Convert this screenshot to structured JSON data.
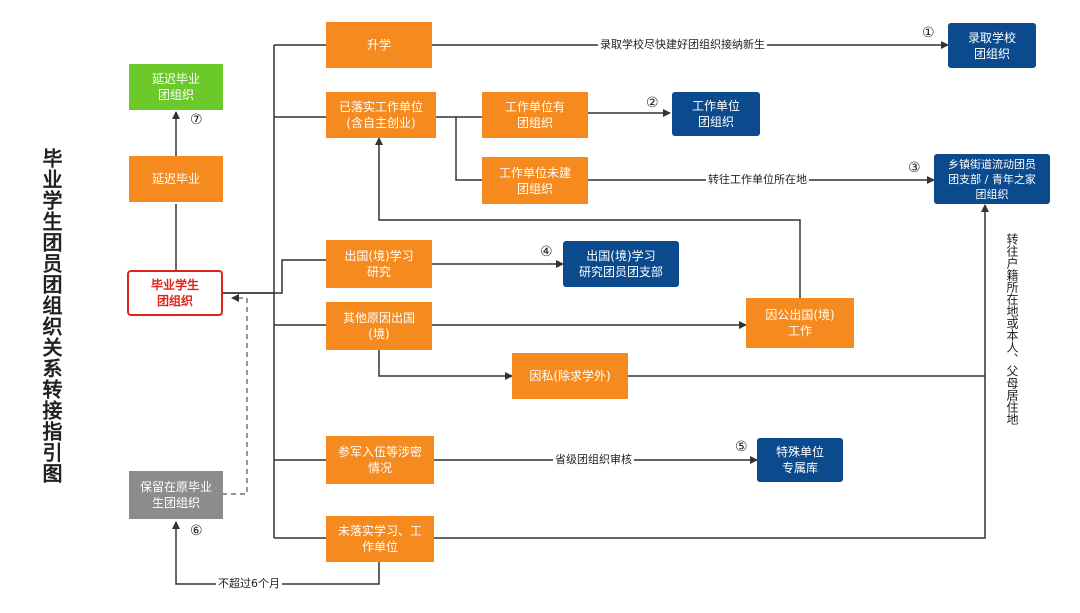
{
  "title": "毕业学生团员团组织关系转接指引图",
  "nodes": {
    "graduate": "毕业学生\n团组织",
    "defer": "延迟毕业",
    "defer_org": "延迟毕业\n团组织",
    "retain": "保留在原毕业\n生团组织",
    "further_study": "升学",
    "employed": "已落实工作单位\n(含自主创业)",
    "employer_has": "工作单位有\n团组织",
    "employer_none": "工作单位未建\n团组织",
    "abroad_study": "出国(境)学习\n研究",
    "abroad_other": "其他原因出国\n(境)",
    "abroad_public": "因公出国(境)\n工作",
    "abroad_private": "因私(除求学外)",
    "military": "参军入伍等涉密\n情况",
    "not_placed": "未落实学习、工\n作单位",
    "dest_school": "录取学校\n团组织",
    "dest_employer": "工作单位\n团组织",
    "dest_township": "乡镇街道流动团员\n团支部 / 青年之家\n团组织",
    "dest_abroad": "出国(境)学习\n研究团员团支部",
    "dest_special": "特殊单位\n专属库"
  },
  "edge_labels": {
    "school": "录取学校尽快建好团组织接纳新生",
    "employer": "转往工作单位所在地",
    "household": "转往户籍所在地或本人、父母居住地",
    "provincial": "省级团组织审核",
    "six_months": "不超过6个月"
  },
  "badges": [
    "①",
    "②",
    "③",
    "④",
    "⑤",
    "⑥",
    "⑦"
  ],
  "colors": {
    "orange": "#f58a1f",
    "navy": "#0b4a8c",
    "green": "#6cc92a",
    "grey": "#8c8c8c",
    "red": "#e0241b",
    "line": "#333333"
  }
}
